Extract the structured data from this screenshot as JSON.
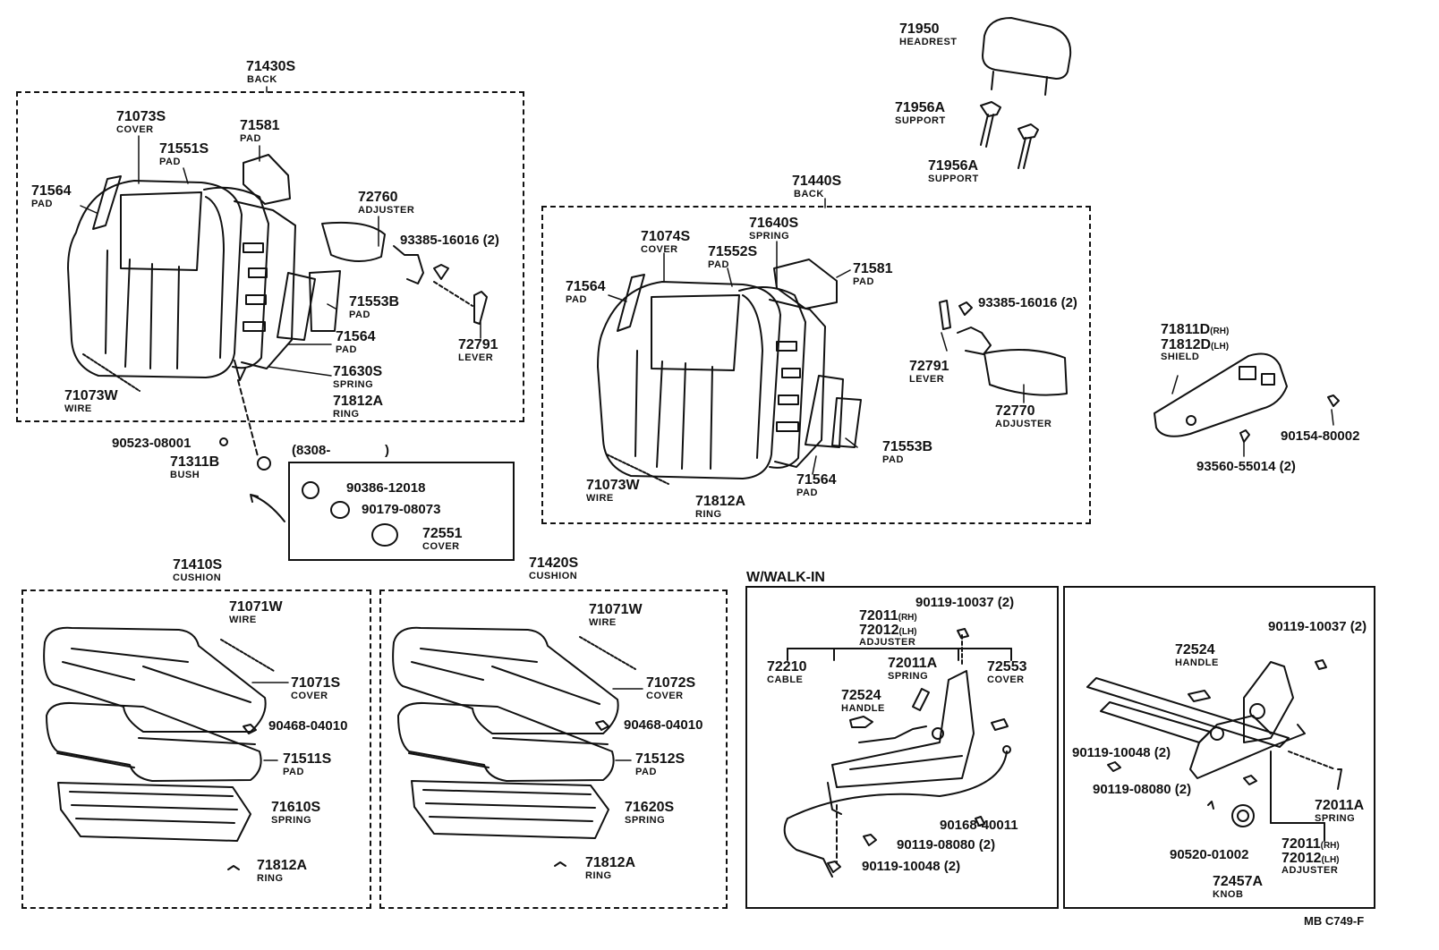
{
  "groups": {
    "back_left": {
      "num": "71430S",
      "sub": "BACK"
    },
    "back_right": {
      "num": "71440S",
      "sub": "BACK"
    },
    "cushion_left": {
      "num": "71410S",
      "sub": "CUSHION"
    },
    "cushion_right": {
      "num": "71420S",
      "sub": "CUSHION"
    },
    "walk_in": {
      "title": "W/WALK-IN"
    },
    "inset": {
      "title": "(8308-",
      "close": ")"
    }
  },
  "parts": {
    "headrest": {
      "num": "71950",
      "sub": "HEADREST"
    },
    "support_1": {
      "num": "71956A",
      "sub": "SUPPORT"
    },
    "support_2": {
      "num": "71956A",
      "sub": "SUPPORT"
    },
    "cover_71073S": {
      "num": "71073S",
      "sub": "COVER"
    },
    "pad_71551S": {
      "num": "71551S",
      "sub": "PAD"
    },
    "pad_71581_l": {
      "num": "71581",
      "sub": "PAD"
    },
    "pad_71564_l1": {
      "num": "71564",
      "sub": "PAD"
    },
    "adjuster_72760": {
      "num": "72760",
      "sub": "ADJUSTER"
    },
    "bolt_l": {
      "num": "93385-16016 (2)"
    },
    "pad_71553B_l": {
      "num": "71553B",
      "sub": "PAD"
    },
    "pad_71564_l2": {
      "num": "71564",
      "sub": "PAD"
    },
    "lever_l": {
      "num": "72791",
      "sub": "LEVER"
    },
    "spring_71630S": {
      "num": "71630S",
      "sub": "SPRING"
    },
    "wire_l": {
      "num": "71073W",
      "sub": "WIRE"
    },
    "ring_l": {
      "num": "71812A",
      "sub": "RING"
    },
    "nut_90523": {
      "num": "90523-08001"
    },
    "bush": {
      "num": "71311B",
      "sub": "BUSH"
    },
    "p_90386": {
      "num": "90386-12018"
    },
    "p_90179": {
      "num": "90179-08073"
    },
    "cover_72551": {
      "num": "72551",
      "sub": "COVER"
    },
    "cover_71074S": {
      "num": "71074S",
      "sub": "COVER"
    },
    "spring_71640S": {
      "num": "71640S",
      "sub": "SPRING"
    },
    "pad_71552S": {
      "num": "71552S",
      "sub": "PAD"
    },
    "pad_71581_r": {
      "num": "71581",
      "sub": "PAD"
    },
    "pad_71564_r1": {
      "num": "71564",
      "sub": "PAD"
    },
    "bolt_r": {
      "num": "93385-16016 (2)"
    },
    "lever_r": {
      "num": "72791",
      "sub": "LEVER"
    },
    "adjuster_72770": {
      "num": "72770",
      "sub": "ADJUSTER"
    },
    "pad_71553B_r": {
      "num": "71553B",
      "sub": "PAD"
    },
    "pad_71564_r2": {
      "num": "71564",
      "sub": "PAD"
    },
    "wire_r": {
      "num": "71073W",
      "sub": "WIRE"
    },
    "ring_r": {
      "num": "71812A",
      "sub": "RING"
    },
    "shield_rh": {
      "num": "71811D",
      "suffix": "(RH)"
    },
    "shield_lh": {
      "num": "71812D",
      "suffix": "(LH)",
      "sub": "SHIELD"
    },
    "p_90154": {
      "num": "90154-80002"
    },
    "p_93560": {
      "num": "93560-55014 (2)"
    },
    "wire_c1": {
      "num": "71071W",
      "sub": "WIRE"
    },
    "cover_71071S": {
      "num": "71071S",
      "sub": "COVER"
    },
    "clip_c1": {
      "num": "90468-04010"
    },
    "pad_71511S": {
      "num": "71511S",
      "sub": "PAD"
    },
    "spring_71610S": {
      "num": "71610S",
      "sub": "SPRING"
    },
    "ring_c1": {
      "num": "71812A",
      "sub": "RING"
    },
    "wire_c2": {
      "num": "71071W",
      "sub": "WIRE"
    },
    "cover_71072S": {
      "num": "71072S",
      "sub": "COVER"
    },
    "clip_c2": {
      "num": "90468-04010"
    },
    "pad_71512S": {
      "num": "71512S",
      "sub": "PAD"
    },
    "spring_71620S": {
      "num": "71620S",
      "sub": "SPRING"
    },
    "ring_c2": {
      "num": "71812A",
      "sub": "RING"
    },
    "w_bolt_top": {
      "num": "90119-10037 (2)"
    },
    "w_adj_rh": {
      "num": "72011",
      "suffix": "(RH)"
    },
    "w_adj_lh": {
      "num": "72012",
      "suffix": "(LH)",
      "sub": "ADJUSTER"
    },
    "w_cable": {
      "num": "72210",
      "sub": "CABLE"
    },
    "w_spring": {
      "num": "72011A",
      "sub": "SPRING"
    },
    "w_cover": {
      "num": "72553",
      "sub": "COVER"
    },
    "w_handle": {
      "num": "72524",
      "sub": "HANDLE"
    },
    "w_p_90168": {
      "num": "90168-40011"
    },
    "w_p_08080": {
      "num": "90119-08080 (2)"
    },
    "w_p_10048": {
      "num": "90119-10048 (2)"
    },
    "r_bolt_top": {
      "num": "90119-10037 (2)"
    },
    "r_handle": {
      "num": "72524",
      "sub": "HANDLE"
    },
    "r_p_10048": {
      "num": "90119-10048 (2)"
    },
    "r_p_08080": {
      "num": "90119-08080 (2)"
    },
    "r_spring": {
      "num": "72011A",
      "sub": "SPRING"
    },
    "r_p_90520": {
      "num": "90520-01002"
    },
    "r_adj_rh": {
      "num": "72011",
      "suffix": "(RH)"
    },
    "r_adj_lh": {
      "num": "72012",
      "suffix": "(LH)",
      "sub": "ADJUSTER"
    },
    "r_knob": {
      "num": "72457A",
      "sub": "KNOB"
    }
  },
  "footer": {
    "code": "MB  C749-F"
  }
}
